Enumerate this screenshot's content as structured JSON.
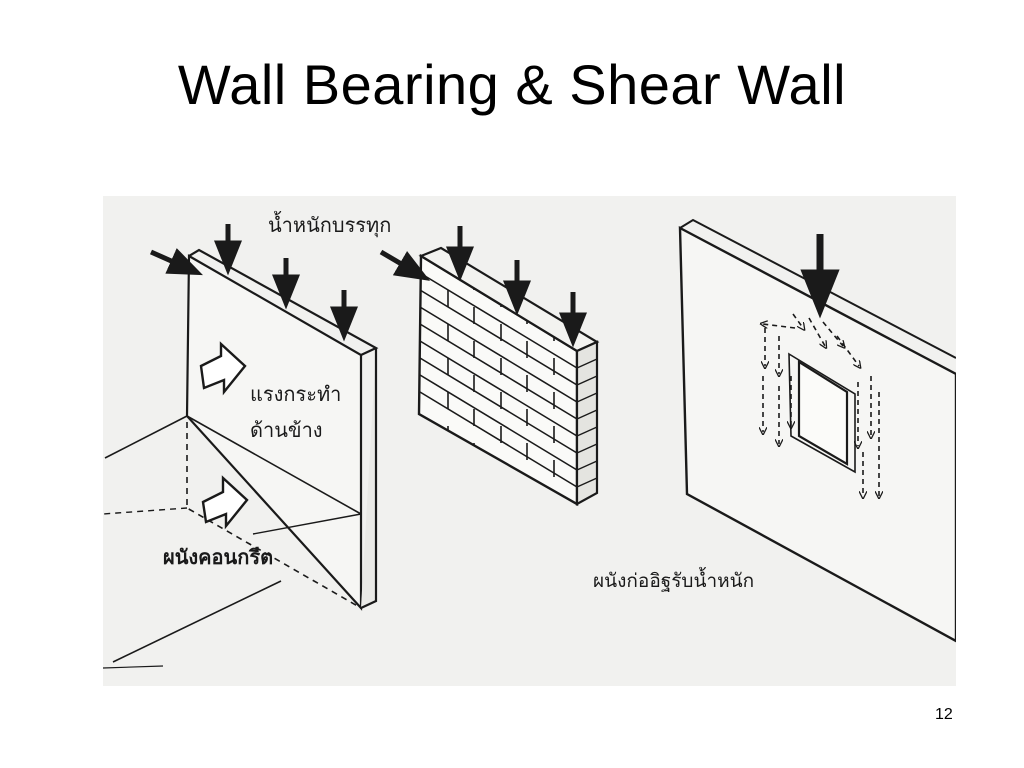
{
  "slide": {
    "title": "Wall Bearing & Shear Wall",
    "page_number": "12"
  },
  "figure": {
    "labels": {
      "load": "น้ำหนักบรรทุก",
      "lateral_line1": "แรงกระทำ",
      "lateral_line2": "ด้านข้าง",
      "concrete_wall": "ผนังคอนกรีต",
      "masonry_bearing_wall": "ผนังก่ออิฐรับน้ำหนัก"
    },
    "colors": {
      "background": "#f1f1ef",
      "ink": "#1a1a1a"
    }
  }
}
